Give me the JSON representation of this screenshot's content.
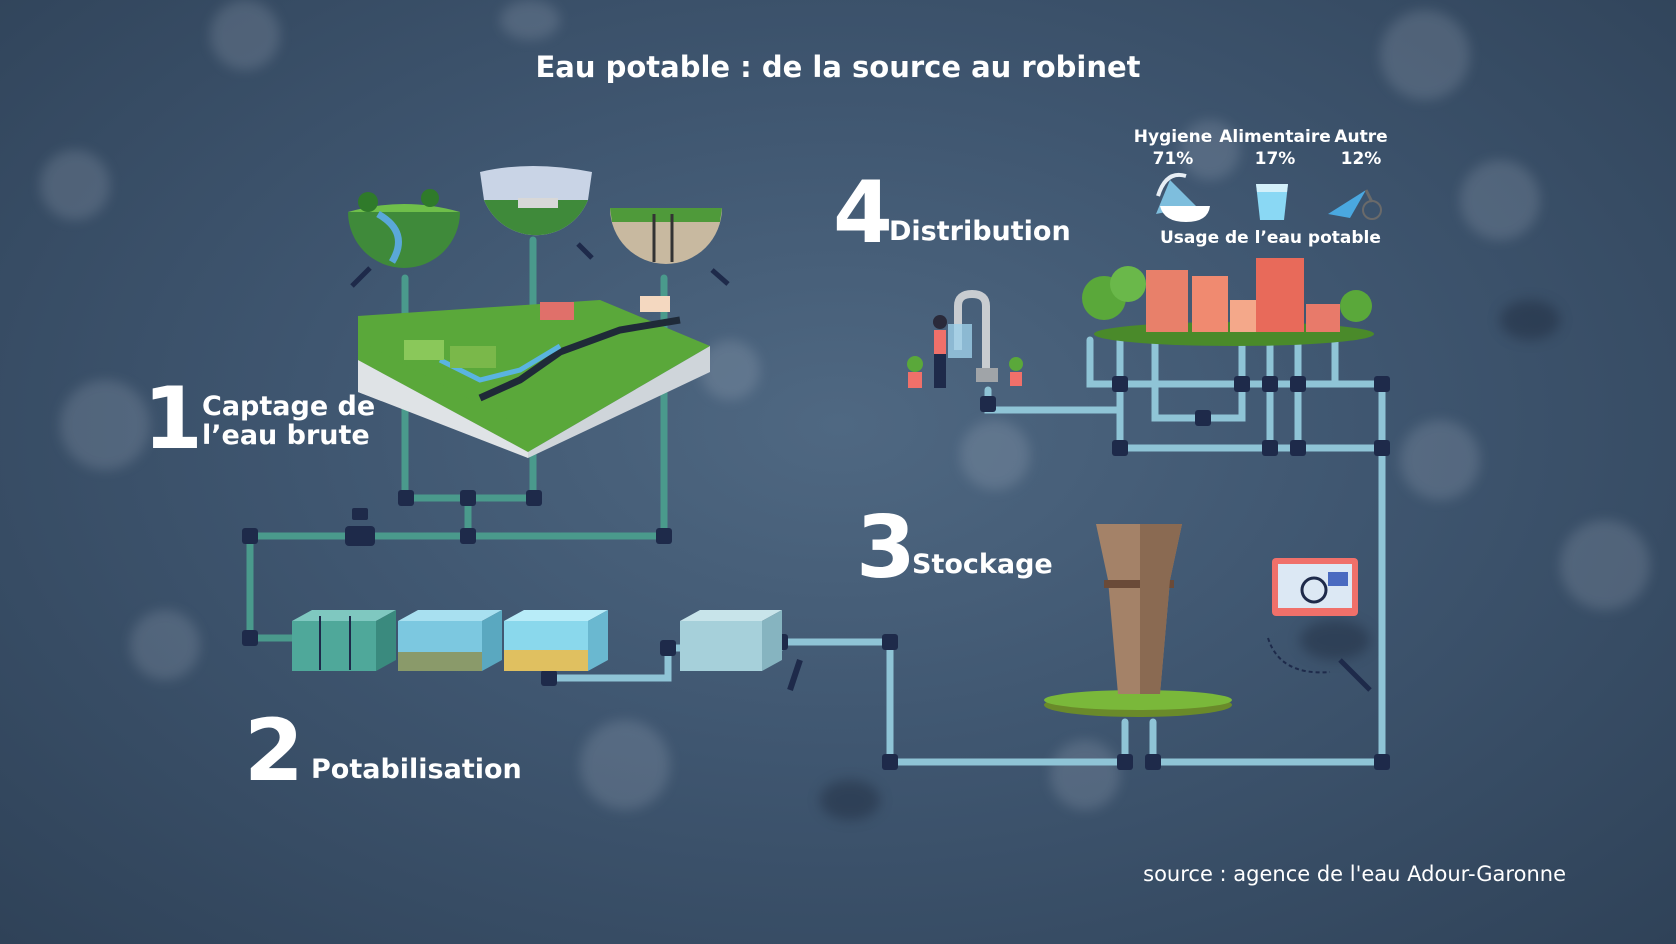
{
  "title": "Eau potable : de la source au robinet",
  "steps": [
    {
      "number": "1",
      "label_line1": "Captage de",
      "label_line2": "l’eau brute"
    },
    {
      "number": "2",
      "label": "Potabilisation"
    },
    {
      "number": "3",
      "label": "Stockage"
    },
    {
      "number": "4",
      "label": "Distribution"
    }
  ],
  "usage": {
    "title": "Usage de l’eau potable",
    "categories": [
      {
        "name": "Hygiene",
        "pct": "71%",
        "icon": "bathtub-shower-icon"
      },
      {
        "name": "Alimentaire",
        "pct": "17%",
        "icon": "water-glass-icon"
      },
      {
        "name": "Autre",
        "pct": "12%",
        "icon": "sprinkler-icon"
      }
    ]
  },
  "source": "source : agence de l'eau Adour-Garonne",
  "colors": {
    "pipe_raw": "#4a9a8c",
    "pipe_potable": "#8fc4d6",
    "pipe_joint": "#1e2a4a",
    "background": "#3f5670"
  }
}
